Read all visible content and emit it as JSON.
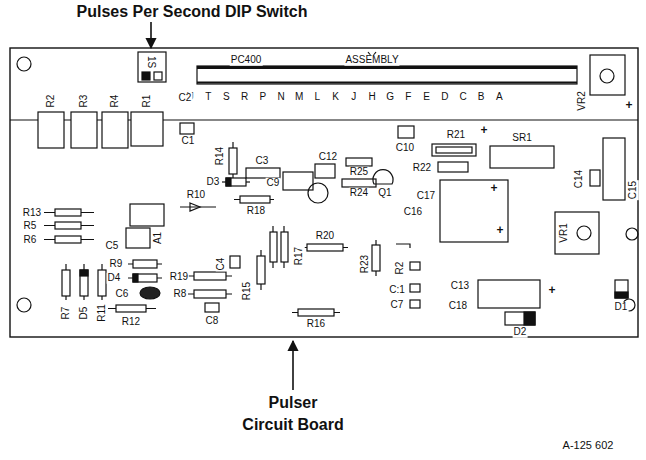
{
  "diagram": {
    "labels": [
      "Pulses Per Second DIP Switch",
      "Pulser Circuit Board",
      "A-125 602",
      "PC400",
      "ASSEMBLY",
      "1S",
      "U",
      "T",
      "S",
      "R",
      "P",
      "N",
      "M",
      "L",
      "K",
      "J",
      "H",
      "G",
      "F",
      "E",
      "D",
      "C",
      "B",
      "A",
      "C2",
      "C1",
      "R14",
      "C3",
      "C12",
      "C10",
      "R21",
      "SR1",
      "VR2",
      "C9",
      "D3",
      "R10",
      "R2",
      "R3",
      "R4",
      "R1",
      "R13",
      "R5",
      "R6",
      "C5",
      "A1",
      "R9",
      "D4",
      "C6",
      "R18",
      "R24",
      "R25",
      "Q1",
      "R22",
      "C17",
      "C16",
      "C14",
      "C15",
      "VR1",
      "R19",
      "R8",
      "C4",
      "R15",
      "R17",
      "R20",
      "R23",
      "R2",
      "C:1",
      "C7",
      "C13",
      "C18",
      "D2",
      "D1",
      "R16",
      "C8",
      "R12",
      "R7",
      "D5",
      "R11",
      "+",
      "+",
      "+",
      "+",
      "+"
    ]
  }
}
